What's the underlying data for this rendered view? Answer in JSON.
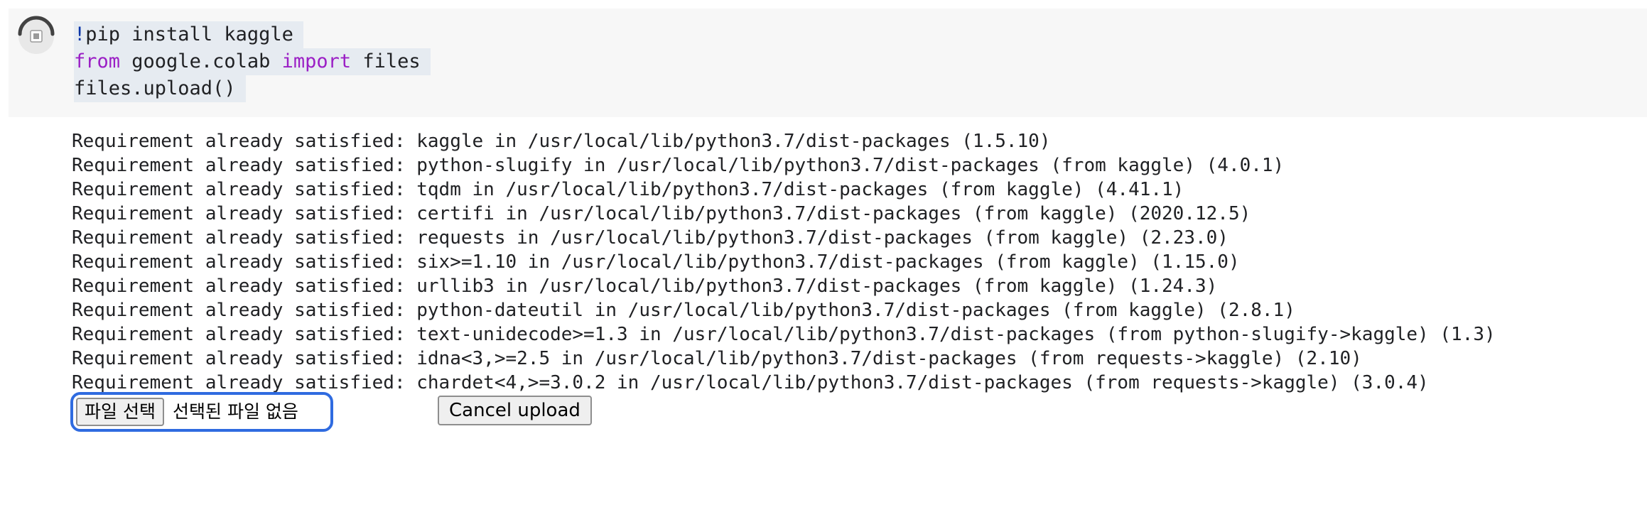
{
  "cell": {
    "run_button_icon": "stop-icon",
    "code": {
      "line1": {
        "bang": "!",
        "rest": "pip install kaggle"
      },
      "line2": {
        "kw_from": "from",
        "module": " google.colab ",
        "kw_import": "import",
        "rest": " files"
      },
      "line3": {
        "rest": "files.upload()"
      }
    }
  },
  "output": {
    "lines": [
      "Requirement already satisfied: kaggle in /usr/local/lib/python3.7/dist-packages (1.5.10)",
      "Requirement already satisfied: python-slugify in /usr/local/lib/python3.7/dist-packages (from kaggle) (4.0.1)",
      "Requirement already satisfied: tqdm in /usr/local/lib/python3.7/dist-packages (from kaggle) (4.41.1)",
      "Requirement already satisfied: certifi in /usr/local/lib/python3.7/dist-packages (from kaggle) (2020.12.5)",
      "Requirement already satisfied: requests in /usr/local/lib/python3.7/dist-packages (from kaggle) (2.23.0)",
      "Requirement already satisfied: six>=1.10 in /usr/local/lib/python3.7/dist-packages (from kaggle) (1.15.0)",
      "Requirement already satisfied: urllib3 in /usr/local/lib/python3.7/dist-packages (from kaggle) (1.24.3)",
      "Requirement already satisfied: python-dateutil in /usr/local/lib/python3.7/dist-packages (from kaggle) (2.8.1)",
      "Requirement already satisfied: text-unidecode>=1.3 in /usr/local/lib/python3.7/dist-packages (from python-slugify->kaggle) (1.3)",
      "Requirement already satisfied: idna<3,>=2.5 in /usr/local/lib/python3.7/dist-packages (from requests->kaggle) (2.10)",
      "Requirement already satisfied: chardet<4,>=3.0.2 in /usr/local/lib/python3.7/dist-packages (from requests->kaggle) (3.0.4)"
    ]
  },
  "upload": {
    "choose_file_label": "파일 선택",
    "no_file_text": "선택된 파일 없음",
    "cancel_label": "Cancel upload"
  },
  "colors": {
    "focus_ring": "#2f6be0",
    "keyword": "#9b1fc5",
    "bang": "#0b36a8",
    "cell_background": "#f7f7f7"
  }
}
